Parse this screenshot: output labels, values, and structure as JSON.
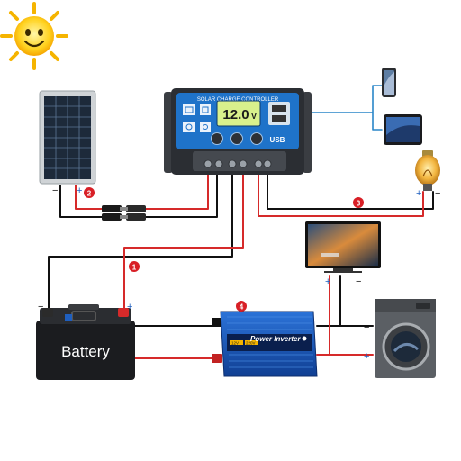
{
  "controller": {
    "title": "SOLAR CHARGE CONTROLLER",
    "display": "12.0",
    "display_unit": "V",
    "usb_label": "USB"
  },
  "battery": {
    "label": "Battery"
  },
  "inverter": {
    "label": "Power Inverter",
    "input_badge": "12V",
    "output_badge": "220V"
  },
  "wire_markers": {
    "m1": "1",
    "m2": "2",
    "m3": "3",
    "m4": "4"
  },
  "polarity": {
    "plus": "+",
    "minus": "−"
  },
  "colors": {
    "positive_wire": "#d62a2a",
    "negative_wire": "#111111",
    "usb_wire": "#2a86c8",
    "controller_blue": "#1f73c9",
    "inverter_blue": "#1e5fbf",
    "marker_red": "#d81f26"
  },
  "icons": [
    "sun-icon",
    "solar-panel-icon",
    "smartphone-icon",
    "tablet-icon",
    "light-bulb-icon",
    "tv-icon",
    "washing-machine-icon"
  ]
}
